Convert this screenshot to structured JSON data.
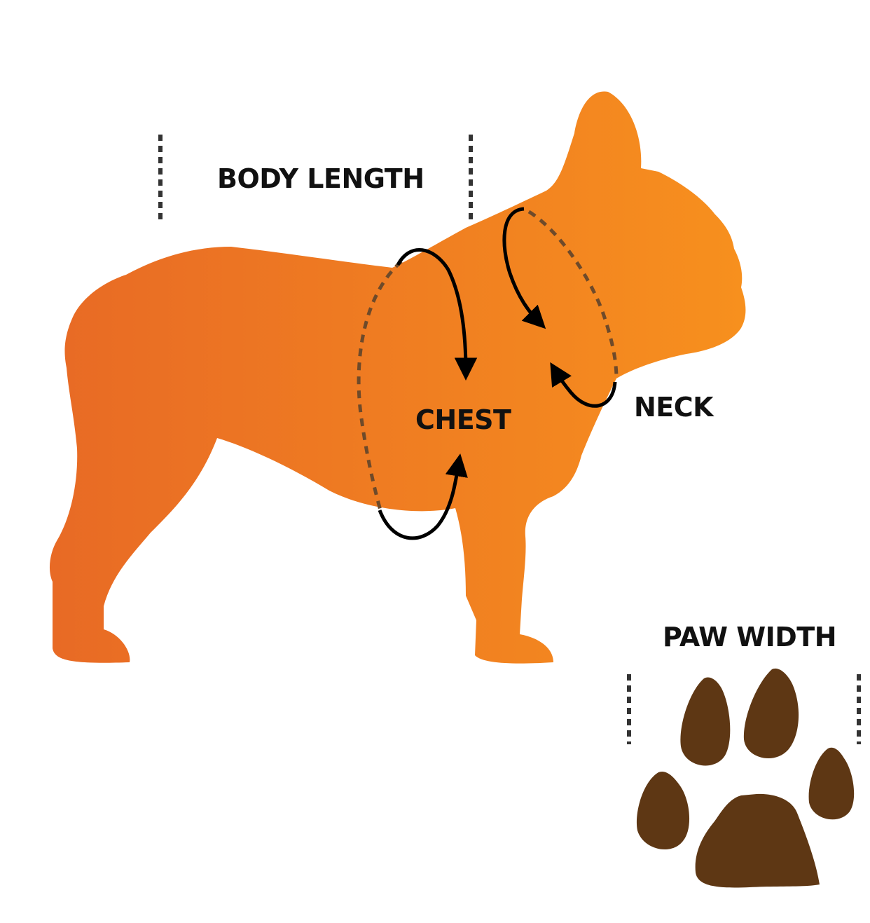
{
  "labels": {
    "body_length": "BODY LENGTH",
    "chest": "CHEST",
    "neck": "NECK",
    "paw_width": "PAW WIDTH"
  },
  "colors": {
    "dog_gradient_start": "#e86a25",
    "dog_gradient_end": "#f7901e",
    "paw": "#5e3714",
    "arrows": "#000000",
    "dashed_markers": "#333333",
    "measure_dashes": "#6e4a2a",
    "background": "#ffffff"
  },
  "icons": {
    "dog": "french-bulldog-silhouette",
    "paw": "paw-print"
  }
}
